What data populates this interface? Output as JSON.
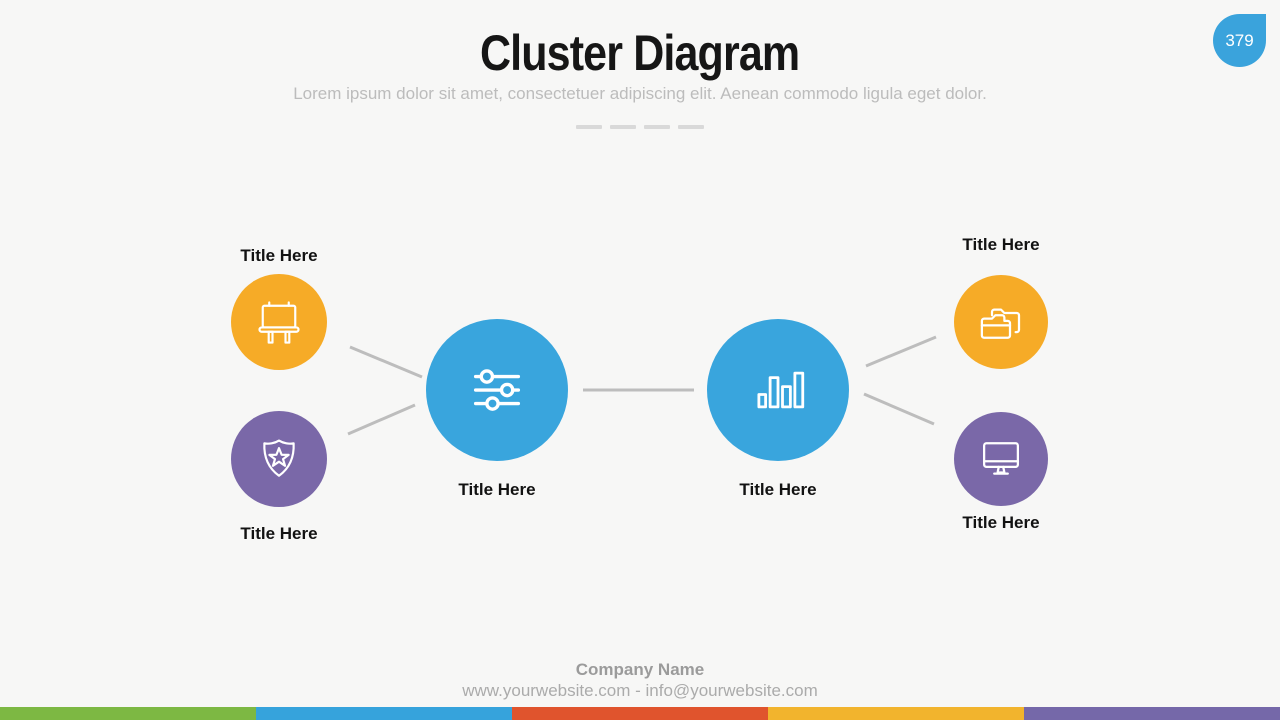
{
  "slide": {
    "page_number": "379",
    "title": "Cluster Diagram",
    "subtitle": "Lorem ipsum dolor sit amet, consectetuer adipiscing elit. Aenean commodo ligula eget dolor.",
    "footer": {
      "company": "Company Name",
      "contact": "www.yourwebsite.com - info@yourwebsite.com"
    }
  },
  "nodes": {
    "top_left": {
      "label": "Title Here",
      "icon": "billboard-icon",
      "color": "#f6ab27"
    },
    "bottom_left": {
      "label": "Title Here",
      "icon": "shield-star-icon",
      "color": "#7a68a8"
    },
    "center_left": {
      "label": "Title Here",
      "icon": "sliders-icon",
      "color": "#39a5dd"
    },
    "center_right": {
      "label": "Title Here",
      "icon": "bar-chart-icon",
      "color": "#39a5dd"
    },
    "top_right": {
      "label": "Title Here",
      "icon": "folders-icon",
      "color": "#f6ab27"
    },
    "bottom_right": {
      "label": "Title Here",
      "icon": "monitor-icon",
      "color": "#7a68a8"
    }
  },
  "connections": [
    {
      "from": "center_left",
      "to": "top_left"
    },
    {
      "from": "center_left",
      "to": "bottom_left"
    },
    {
      "from": "center_left",
      "to": "center_right"
    },
    {
      "from": "center_right",
      "to": "top_right"
    },
    {
      "from": "center_right",
      "to": "bottom_right"
    }
  ],
  "colors": {
    "background": "#f7f7f6",
    "accent_blue": "#39a5dd",
    "accent_orange": "#f6ab27",
    "accent_purple": "#7a68a8",
    "line_gray": "#bdbdbd",
    "badge_blue": "#3aa3dc",
    "bottom_bar": [
      "#7db843",
      "#36a3dc",
      "#e0542d",
      "#f2b42d",
      "#7568a9"
    ]
  }
}
